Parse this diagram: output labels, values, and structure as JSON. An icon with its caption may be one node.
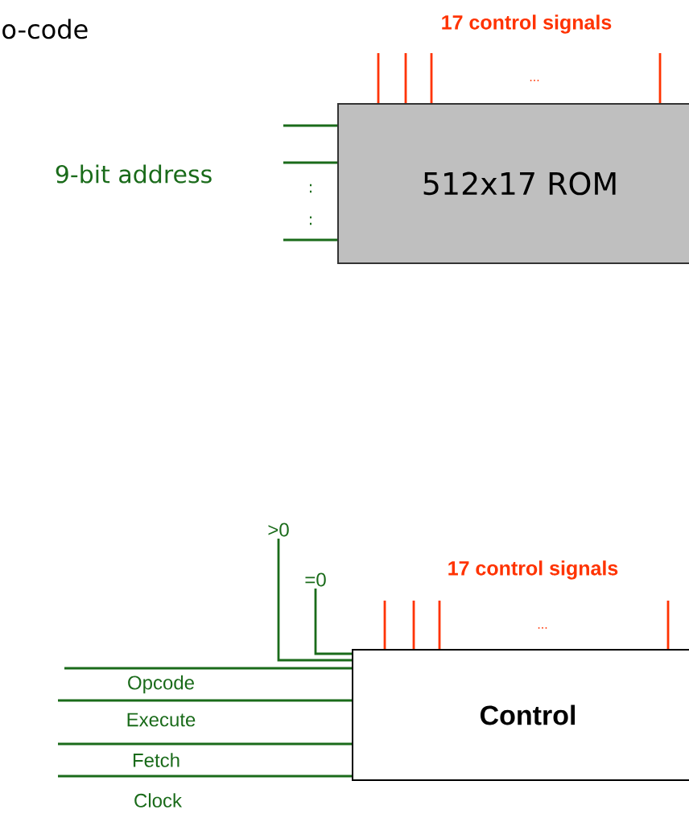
{
  "diagram": {
    "nodes": [
      {
        "text": [
          "512x17 ROM"
        ]
      },
      {
        "text": [
          "Control"
        ]
      },
      {
        "text": [
          ">0"
        ]
      },
      {
        "text": [
          "=0"
        ]
      }
    ],
    "edges": [
      {
        "from": null,
        "to": 0,
        "arrow": "none"
      },
      {
        "from": null,
        "to": 0,
        "arrow": "none"
      },
      {
        "from": null,
        "to": 0,
        "arrow": "none"
      },
      {
        "from": 0,
        "to": null,
        "arrow": "none",
        "color": "#ff3300"
      },
      {
        "from": 0,
        "to": null,
        "arrow": "none",
        "color": "#ff3300"
      },
      {
        "from": 0,
        "to": null,
        "arrow": "none",
        "color": "#ff3300"
      },
      {
        "from": 0,
        "to": null,
        "arrow": "none",
        "color": "#ff3300"
      },
      {
        "from": 2,
        "to": 1,
        "arrow": "none"
      },
      {
        "from": 3,
        "to": 1,
        "arrow": "none"
      },
      {
        "from": null,
        "to": 1,
        "arrow": "none",
        "label": "Opcode"
      },
      {
        "from": null,
        "to": 1,
        "arrow": "none",
        "label": "Execute"
      },
      {
        "from": null,
        "to": 1,
        "arrow": "none",
        "label": "Fetch"
      },
      {
        "from": null,
        "to": 1,
        "arrow": "none",
        "label": "Clock"
      },
      {
        "from": 1,
        "to": null,
        "arrow": "none",
        "color": "#ff3300"
      },
      {
        "from": 1,
        "to": null,
        "arrow": "none",
        "color": "#ff3300"
      },
      {
        "from": 1,
        "to": null,
        "arrow": "none",
        "color": "#ff3300"
      },
      {
        "from": 1,
        "to": null,
        "arrow": "none",
        "color": "#ff3300"
      }
    ],
    "labels": [
      "o-code",
      "17 control signals",
      "...",
      "9-bit address",
      ":",
      ":",
      "17 control signals",
      "..."
    ]
  }
}
